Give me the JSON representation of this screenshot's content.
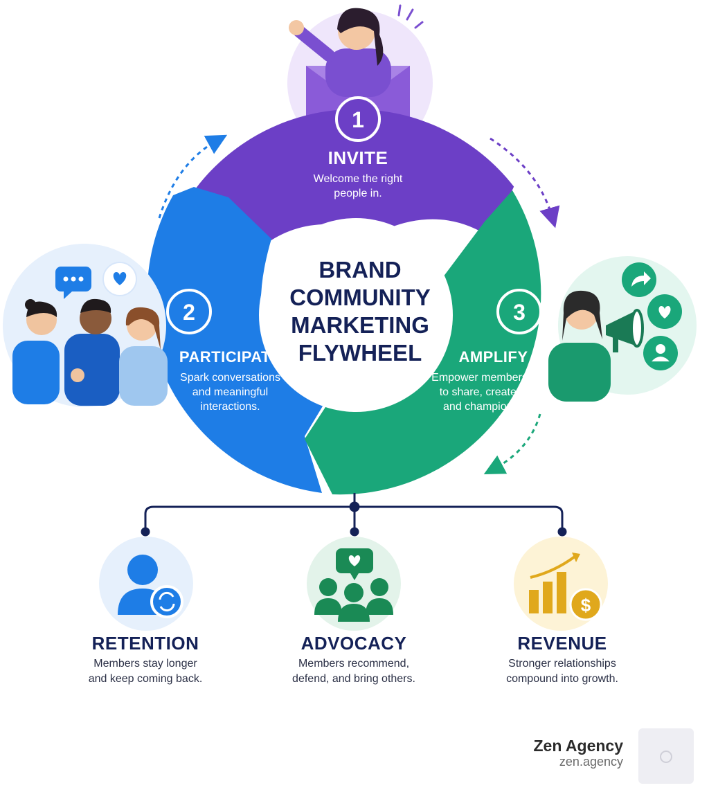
{
  "center": {
    "line1": "BRAND",
    "line2": "COMMUNITY",
    "line3": "MARKETING",
    "line4": "FLYWHEEL"
  },
  "steps": [
    {
      "number": "1",
      "title": "INVITE",
      "desc1": "Welcome the right",
      "desc2": "people in.",
      "desc3": "",
      "color": "#6c3fc6"
    },
    {
      "number": "2",
      "title": "PARTICIPATE",
      "desc1": "Spark conversations",
      "desc2": "and meaningful",
      "desc3": "interactions.",
      "color": "#1e7de6"
    },
    {
      "number": "3",
      "title": "AMPLIFY",
      "desc1": "Empower members",
      "desc2": "to share, create,",
      "desc3": "and champion.",
      "color": "#1aa77a"
    }
  ],
  "outcomes": [
    {
      "title": "RETENTION",
      "desc1": "Members stay longer",
      "desc2": "and keep coming back.",
      "color": "#1e7de6"
    },
    {
      "title": "ADVOCACY",
      "desc1": "Members recommend,",
      "desc2": "defend, and bring others.",
      "color": "#1a8a55"
    },
    {
      "title": "REVENUE",
      "desc1": "Stronger relationships",
      "desc2": "compound into growth.",
      "color": "#e0a81c"
    }
  ],
  "brand": {
    "name": "Zen Agency",
    "url": "zen.agency"
  },
  "colors": {
    "navy": "#142157",
    "purple": "#6c3fc6",
    "blue": "#1e7de6",
    "green": "#1aa77a",
    "gold": "#e0a81c"
  }
}
